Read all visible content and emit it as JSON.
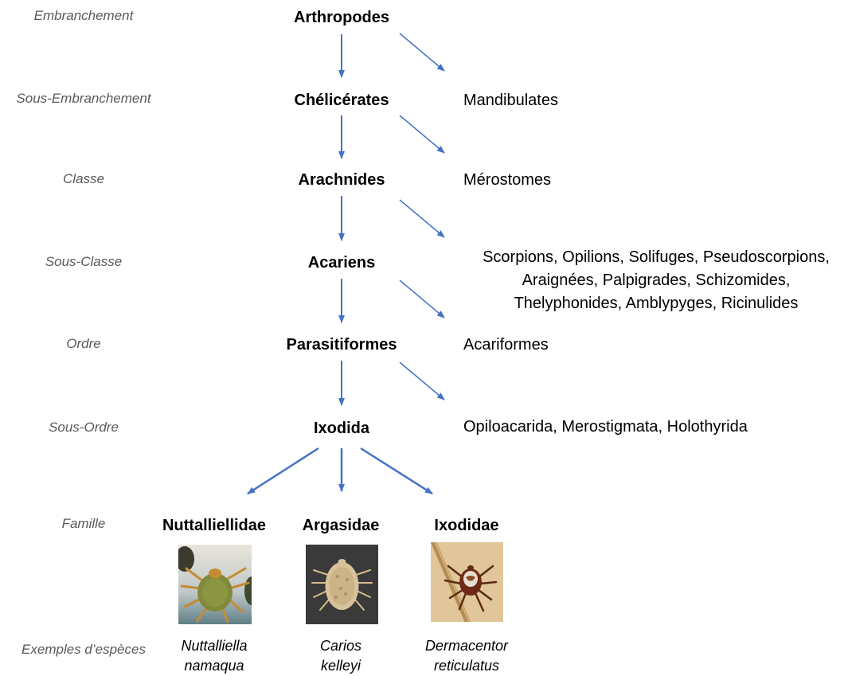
{
  "ranks": {
    "embranchement": "Embranchement",
    "sous_embranchement": "Sous-Embranchement",
    "classe": "Classe",
    "sous_classe": "Sous-Classe",
    "ordre": "Ordre",
    "sous_ordre": "Sous-Ordre",
    "famille": "Famille",
    "exemples": "Exemples d’espèces"
  },
  "main_chain": {
    "arthropodes": "Arthropodes",
    "chelicerates": "Chélicérates",
    "arachnides": "Arachnides",
    "acariens": "Acariens",
    "parasitiformes": "Parasitiformes",
    "ixodida": "Ixodida"
  },
  "siblings": {
    "mandibulates": "Mandibulates",
    "merostomes": "Mérostomes",
    "arachnid_orders": [
      "Scorpions, Opilions, Solifuges, Pseudoscorpions,",
      "Araignées, Palpigrades, Schizomides,",
      "Thelyphonides,  Amblypyges, Ricinulides"
    ],
    "acariformes": "Acariformes",
    "other_suborders": "Opiloacarida, Merostigmata, Holothyrida"
  },
  "families": [
    {
      "name": "Nuttalliellidae",
      "species_line1": "Nuttalliella",
      "species_line2": "namaqua",
      "photo": "tick-nuttalliella-photo"
    },
    {
      "name": "Argasidae",
      "species_line1": "Carios",
      "species_line2": "kelleyi",
      "photo": "tick-carios-photo"
    },
    {
      "name": "Ixodidae",
      "species_line1": "Dermacentor",
      "species_line2": "reticulatus",
      "photo": "tick-dermacentor-photo"
    }
  ],
  "colors": {
    "arrow": "#4472C4",
    "rank_label": "#595959"
  }
}
